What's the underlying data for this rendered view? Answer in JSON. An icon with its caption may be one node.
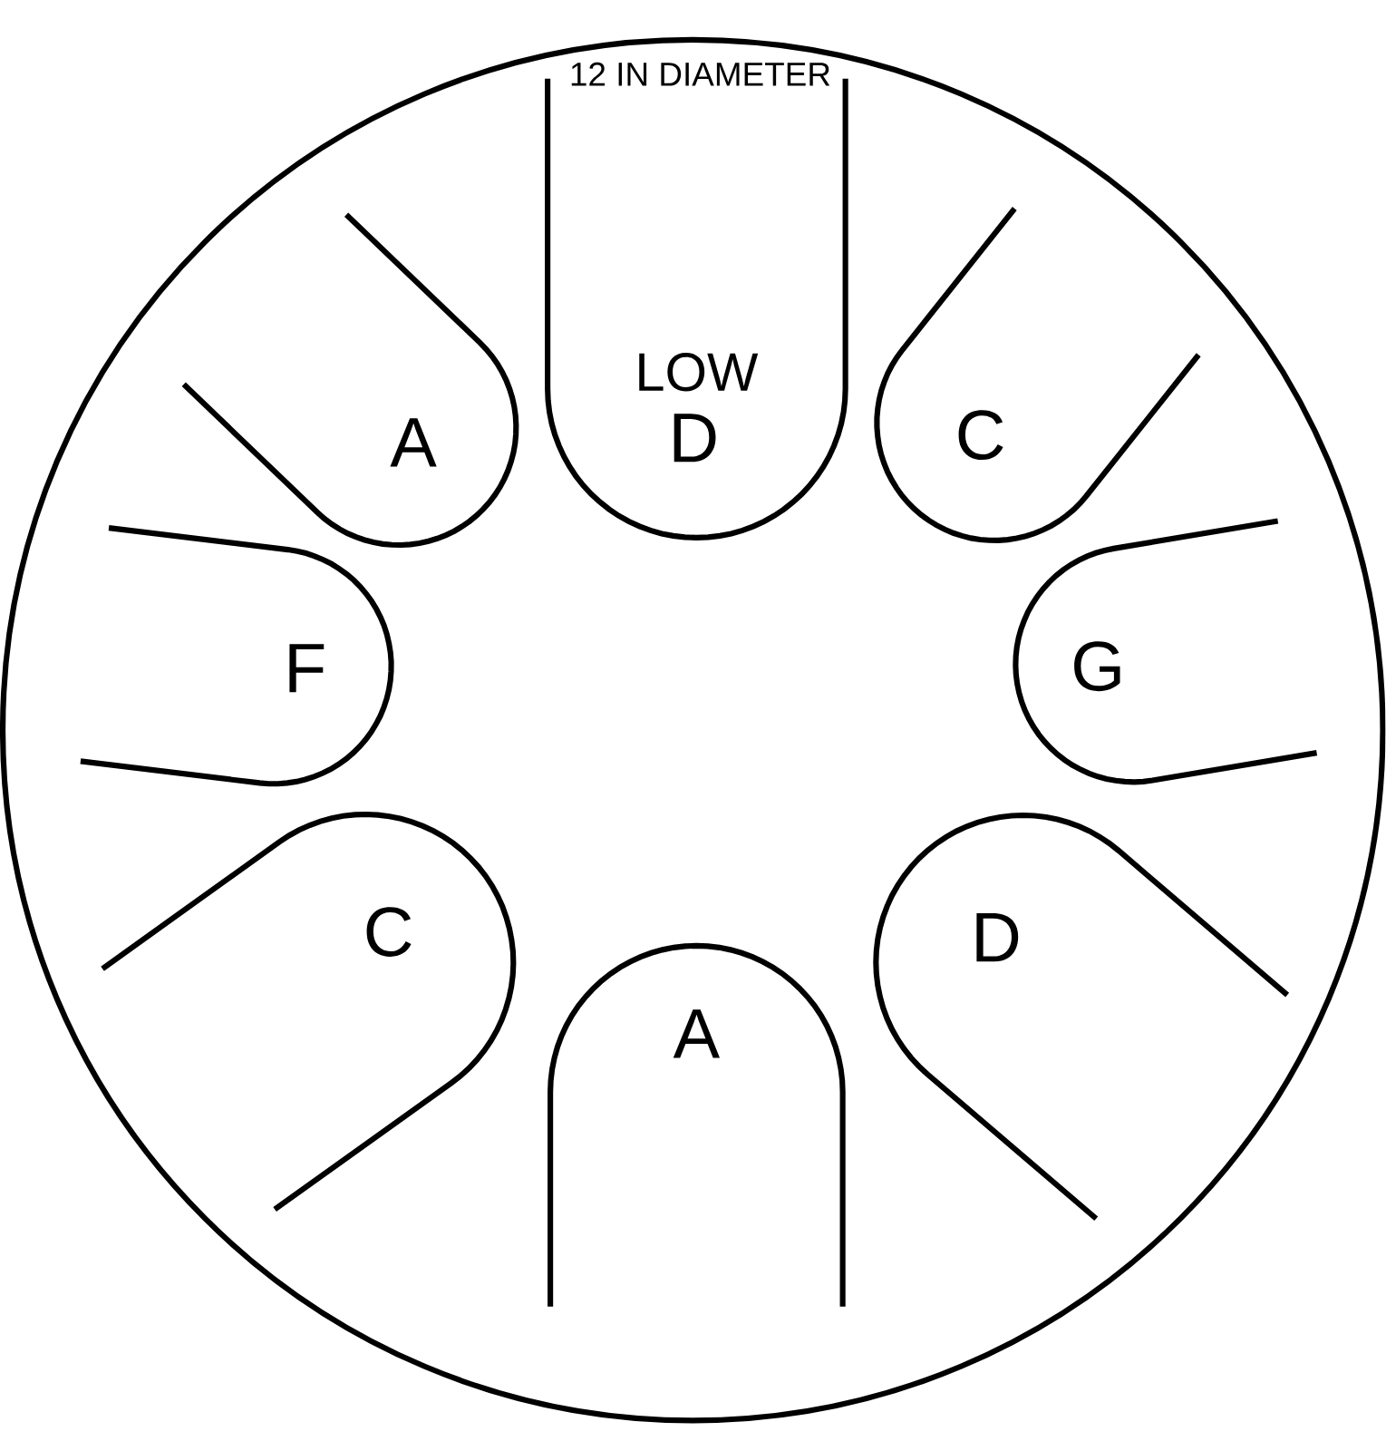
{
  "diagram": {
    "nodes": [
      {
        "text": [],
        "shape": "circle"
      },
      {
        "text": [
          "LOW",
          "D"
        ],
        "in": 0
      },
      {
        "text": [
          "A"
        ],
        "in": 0
      },
      {
        "text": [
          "C"
        ],
        "in": 0
      },
      {
        "text": [
          "F"
        ],
        "in": 0
      },
      {
        "text": [
          "G"
        ],
        "in": 0
      },
      {
        "text": [
          "C"
        ],
        "in": 0
      },
      {
        "text": [
          "A"
        ],
        "in": 0
      },
      {
        "text": [
          "D"
        ],
        "in": 0
      }
    ],
    "labels": [
      "12 IN DIAMETER"
    ]
  }
}
